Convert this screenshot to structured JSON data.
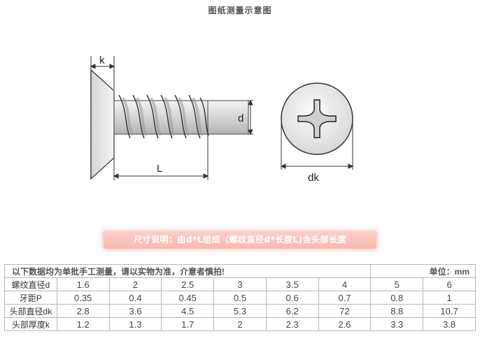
{
  "title": "图纸测量示意图",
  "drawing": {
    "labels": {
      "k": "k",
      "d": "d",
      "L": "L",
      "dk": "dk"
    }
  },
  "note": "尺寸说明：由d*L组成（螺纹直径d*长度L)含头部长度",
  "table": {
    "notice": "以下数据均为单批手工测量，请以实物为准，介意者慎拍!",
    "unit": "单位：mm",
    "rows": [
      {
        "label": "螺纹直径d",
        "values": [
          "1.6",
          "2",
          "2.5",
          "3",
          "3.5",
          "4",
          "5",
          "6"
        ]
      },
      {
        "label": "牙距P",
        "values": [
          "0.35",
          "0.4",
          "0.45",
          "0.5",
          "0.6",
          "0.7",
          "0.8",
          "1"
        ]
      },
      {
        "label": "头部直径dk",
        "values": [
          "2.8",
          "3.6",
          "4.5",
          "5.3",
          "6.2",
          "72",
          "8.8",
          "10.7"
        ]
      },
      {
        "label": "头部厚度k",
        "values": [
          "1.2",
          "1.3",
          "1.7",
          "2",
          "2.3",
          "2.6",
          "3.3",
          "3.8"
        ]
      }
    ]
  }
}
